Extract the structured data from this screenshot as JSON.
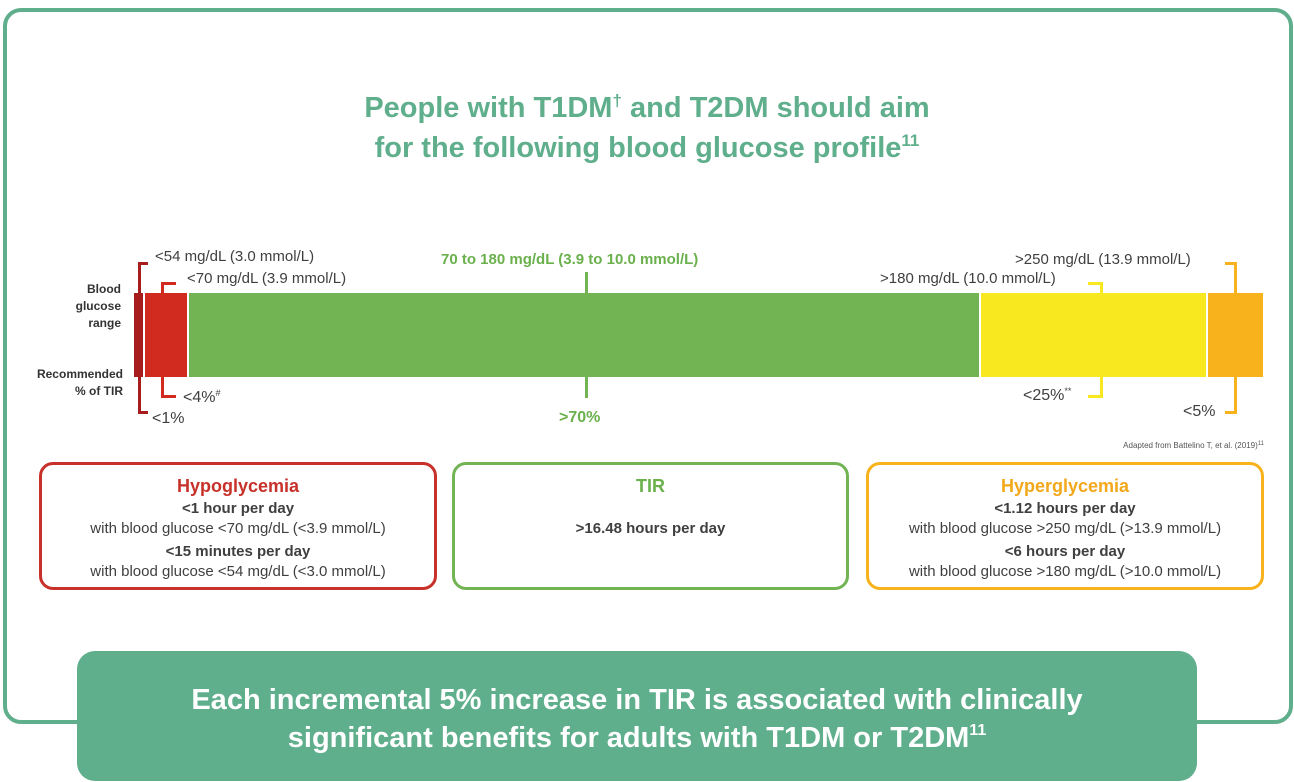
{
  "title": {
    "line1_prefix": "People with T1DM",
    "line1_sup": "†",
    "line1_suffix": " and T2DM should aim",
    "line2": "for the following blood glucose profile",
    "line2_sup": "11"
  },
  "side_labels": {
    "range_lines": [
      "Blood",
      "glucose",
      "range"
    ],
    "tir_lines": [
      "Recommended",
      "% of TIR"
    ]
  },
  "ranges": {
    "very_low": "<54 mg/dL (3.0 mmol/L)",
    "low": "<70 mg/dL (3.9 mmol/L)",
    "target": "70 to 180 mg/dL (3.9 to 10.0 mmol/L)",
    "high": ">180 mg/dL (10.0 mmol/L)",
    "very_high": ">250 mg/dL (13.9 mmol/L)"
  },
  "percentages": {
    "very_low": "<1%",
    "low": "<4%",
    "low_sup": "#",
    "target": ">70%",
    "high": "<25%",
    "high_sup": "**",
    "very_high": "<5%"
  },
  "colors": {
    "very_low": "#a71d1d",
    "low": "#d12a1f",
    "target": "#72b454",
    "high": "#f7e81f",
    "very_high": "#f8b21b",
    "brand_green": "#5fae8c"
  },
  "citation": {
    "text": "Adapted from Battelino T, et al. (2019)",
    "sup": "11"
  },
  "boxes": {
    "hypo": {
      "heading": "Hypoglycemia",
      "b1": "<1 hour per day",
      "l1": "with blood glucose <70 mg/dL (<3.9 mmol/L)",
      "b2": "<15 minutes per day",
      "l2": "with blood glucose <54 mg/dL (<3.0 mmol/L)"
    },
    "tir": {
      "heading": "TIR",
      "b1": ">16.48 hours per day"
    },
    "hyper": {
      "heading": "Hyperglycemia",
      "b1": "<1.12 hours per day",
      "l1": "with blood glucose >250 mg/dL (>13.9 mmol/L)",
      "b2": "<6 hours per day",
      "l2": "with blood glucose >180 mg/dL (>10.0 mmol/L)"
    }
  },
  "banner": {
    "line1": "Each incremental 5% increase in TIR is associated with clinically",
    "line2": "significant benefits for adults with T1DM or T2DM",
    "sup": "11"
  }
}
